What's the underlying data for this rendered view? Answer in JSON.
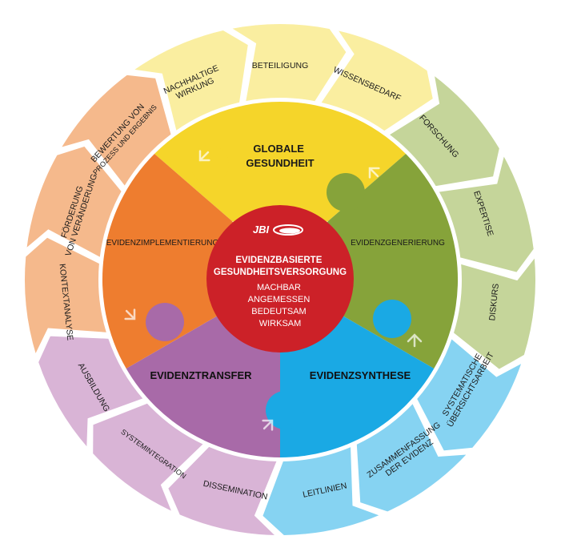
{
  "logo": {
    "text": "JBI"
  },
  "center": {
    "title_lines": [
      "EVIDENZBASIERTE",
      "GESUNDHEITSVERSORGUNG"
    ],
    "attributes": [
      "MACHBAR",
      "ANGEMESSEN",
      "BEDEUTSAM",
      "WIRKSAM"
    ]
  },
  "quadrants": {
    "global": {
      "lines": [
        "GLOBALE",
        "GESUNDHEIT"
      ]
    },
    "generation": "EVIDENZGENERIERUNG",
    "synthesis": "EVIDENZSYNTHESE",
    "transfer": "EVIDENZTRANSFER",
    "implementation": "EVIDENZIMPLEMENTIERUNG"
  },
  "outer_segments": [
    {
      "lines": [
        "BETEILIGUNG"
      ]
    },
    {
      "lines": [
        "WISSENSBEDARF"
      ]
    },
    {
      "lines": [
        "FORSCHUNG"
      ]
    },
    {
      "lines": [
        "EXPERTISE"
      ]
    },
    {
      "lines": [
        "DISKURS"
      ]
    },
    {
      "lines": [
        "SYSTEMATISCHE",
        "ÜBERSICHTSARBEIT"
      ]
    },
    {
      "lines": [
        "ZUSAMMENFASSUNG",
        "DER EVIDENZ"
      ]
    },
    {
      "lines": [
        "LEITLINIEN"
      ]
    },
    {
      "lines": [
        "DISSEMINATION"
      ]
    },
    {
      "lines": [
        "SYSTEMINTEGRATION"
      ]
    },
    {
      "lines": [
        "AUSBILDUNG"
      ]
    },
    {
      "lines": [
        "KONTEXTANALYSE"
      ]
    },
    {
      "lines": [
        "FÖRDERUNG",
        "VON VERÄNDERUNG"
      ]
    },
    {
      "lines": [
        "BEWERTUNG VON",
        "PROZESS UND ERGEBNIS"
      ]
    },
    {
      "lines": [
        "NACHHALTIGE",
        "WIRKUNG"
      ]
    }
  ],
  "colors": {
    "yellow": "#f5d52a",
    "yellow_light": "#faeea0",
    "green": "#86a33a",
    "green_light": "#c5d59a",
    "blue": "#1aa9e4",
    "blue_light": "#86d3f2",
    "purple": "#a86aa8",
    "purple_light": "#d9b4d6",
    "orange": "#ee7d2f",
    "orange_light": "#f5b98c",
    "center_red": "#cc2128",
    "ring_bg": "#ffffff"
  }
}
